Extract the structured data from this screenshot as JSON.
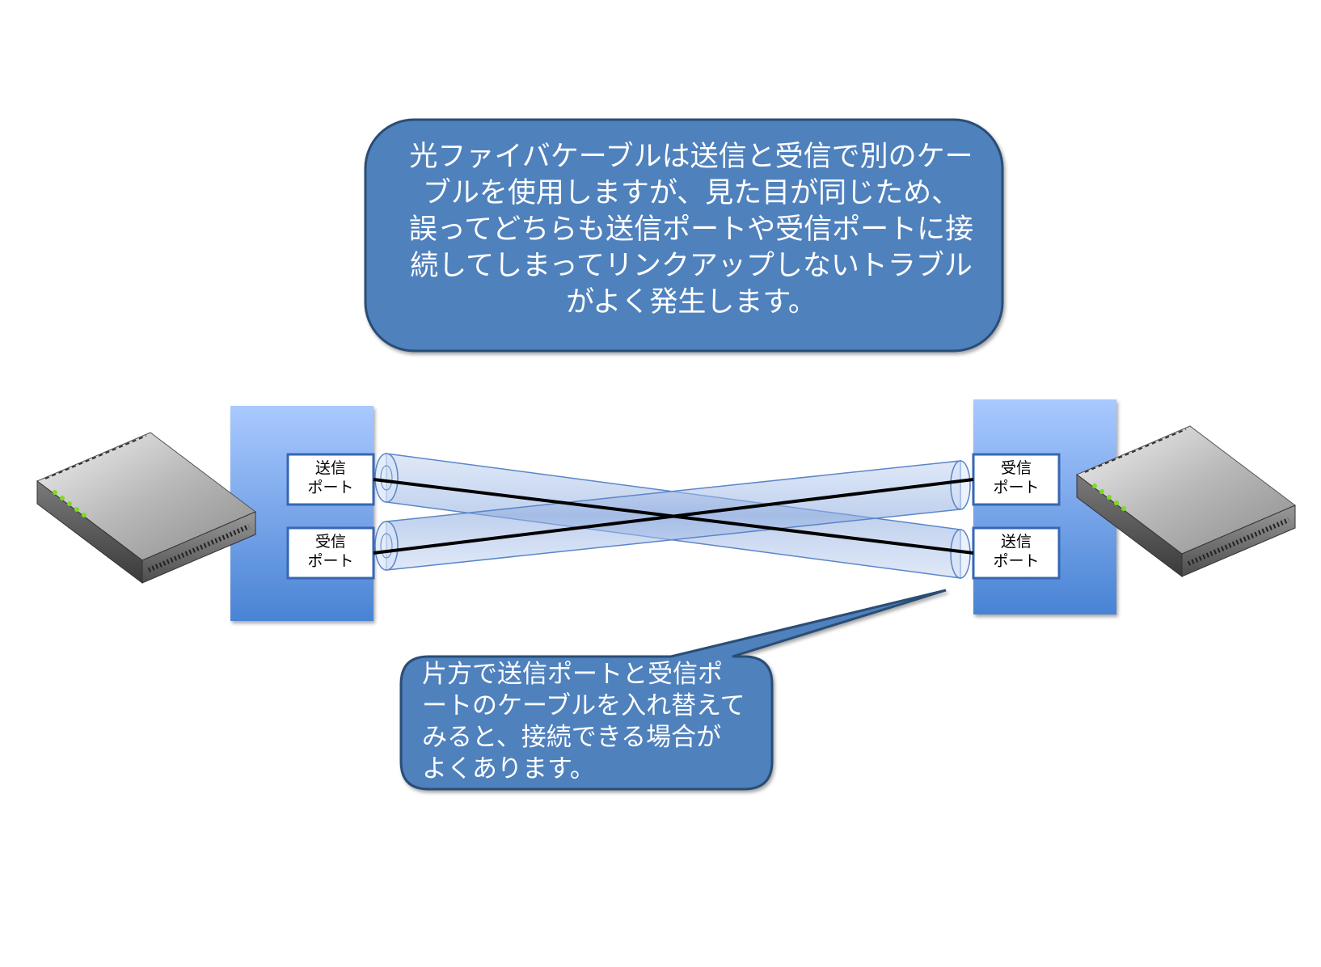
{
  "top_callout": {
    "lines": [
      "光ファイバケーブルは送信と受信で別のケー",
      "ブルを使用しますが、見た目が同じため、",
      "誤ってどちらも送信ポートや受信ポートに接",
      "続してしまってリンクアップしないトラブル",
      "がよく発生します。"
    ]
  },
  "bottom_callout": {
    "lines": [
      "片方で送信ポートと受信ポ",
      "ートのケーブルを入れ替えて",
      "みると、接続できる場合が",
      "よくあります。"
    ]
  },
  "left_panel": {
    "top_port": {
      "line1": "送信",
      "line2": "ポート"
    },
    "bottom_port": {
      "line1": "受信",
      "line2": "ポート"
    }
  },
  "right_panel": {
    "top_port": {
      "line1": "受信",
      "line2": "ポート"
    },
    "bottom_port": {
      "line1": "送信",
      "line2": "ポート"
    }
  },
  "colors": {
    "callout_fill": "#4f81bd",
    "callout_border": "#2c4d75",
    "panel_top": "#a7c7ff",
    "panel_bottom": "#4a86d6",
    "cable_fill": "#9db8e8",
    "cable_line": "#000000",
    "led": "#7ddc1f"
  },
  "icons": {
    "left_device": "network-switch-icon",
    "right_device": "network-switch-icon"
  }
}
